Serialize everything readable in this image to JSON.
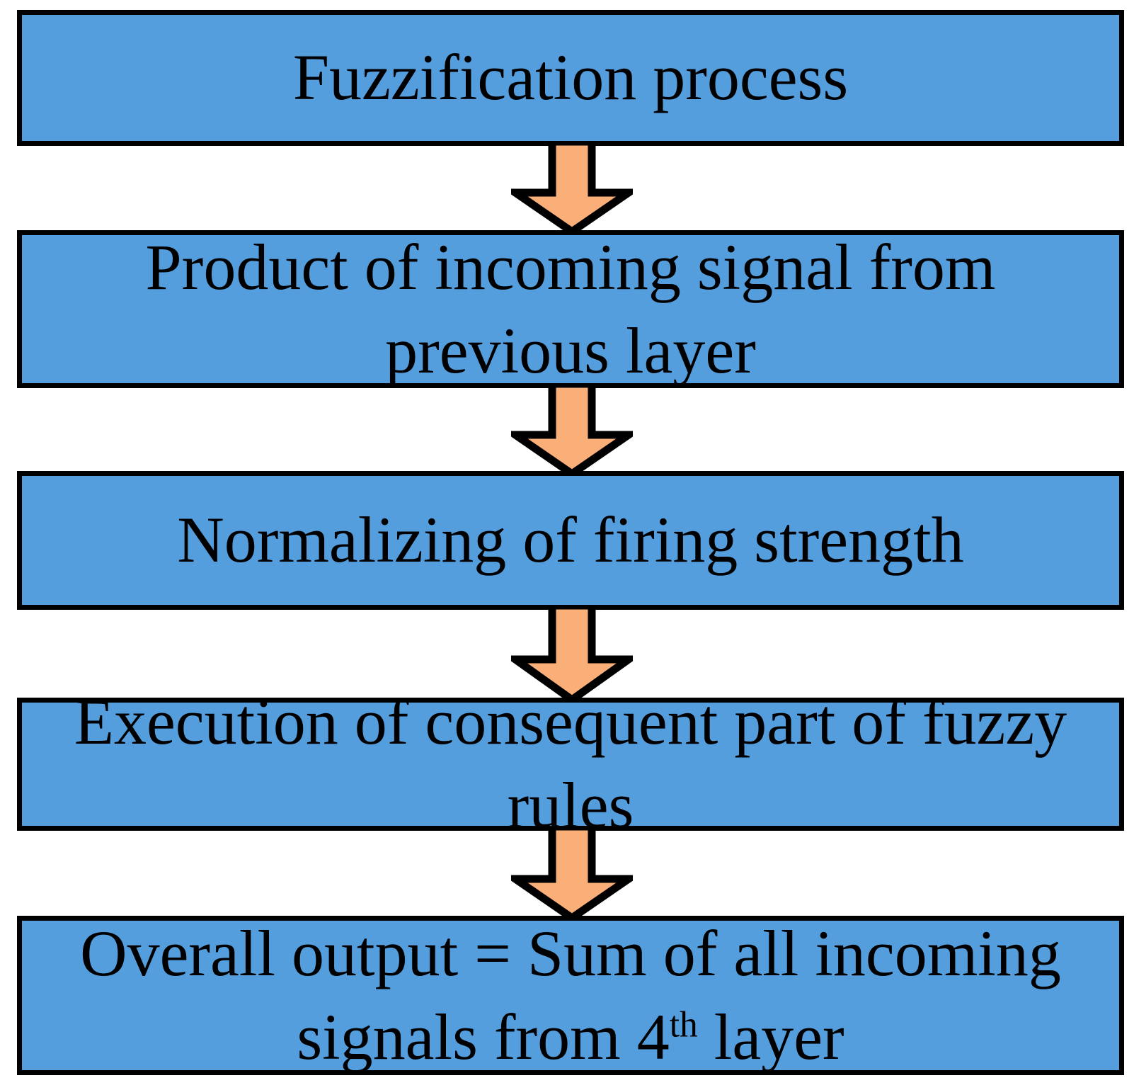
{
  "diagram": {
    "title": "ANFIS layer process flowchart",
    "colors": {
      "box_fill": "#559EDE",
      "box_border": "#000000",
      "arrow_fill": "#FAAF78",
      "arrow_border": "#000000",
      "text": "#000000",
      "background": "#FFFFFF"
    },
    "nodes": [
      {
        "id": "fuzzification",
        "label": "Fuzzification process",
        "lines": [
          "Fuzzification process"
        ]
      },
      {
        "id": "product-incoming-signal",
        "label": "Product of incoming signal from previous layer",
        "lines": [
          "Product of incoming signal from previous",
          "layer"
        ]
      },
      {
        "id": "normalizing-firing-strength",
        "label": "Normalizing of firing strength",
        "lines": [
          "Normalizing of firing strength"
        ]
      },
      {
        "id": "execution-consequent-part",
        "label": "Execution of consequent part of fuzzy rules",
        "lines": [
          "Execution of consequent part of fuzzy rules"
        ]
      },
      {
        "id": "overall-output",
        "label": "Overall output = Sum of all incoming signals from 4th layer",
        "lines": [
          "Overall output = Sum of all incoming",
          "signals from 4"
        ],
        "superscript": "th",
        "line_tail": " layer"
      }
    ],
    "connectors": [
      {
        "id": "arrow-fuzzification-to-product",
        "from": "fuzzification",
        "to": "product-incoming-signal",
        "shape": "down-block-arrow"
      },
      {
        "id": "arrow-product-to-normalizing",
        "from": "product-incoming-signal",
        "to": "normalizing-firing-strength",
        "shape": "down-block-arrow"
      },
      {
        "id": "arrow-normalizing-to-execution",
        "from": "normalizing-firing-strength",
        "to": "execution-consequent-part",
        "shape": "down-block-arrow"
      },
      {
        "id": "arrow-execution-to-overall",
        "from": "execution-consequent-part",
        "to": "overall-output",
        "shape": "down-block-arrow"
      }
    ]
  }
}
